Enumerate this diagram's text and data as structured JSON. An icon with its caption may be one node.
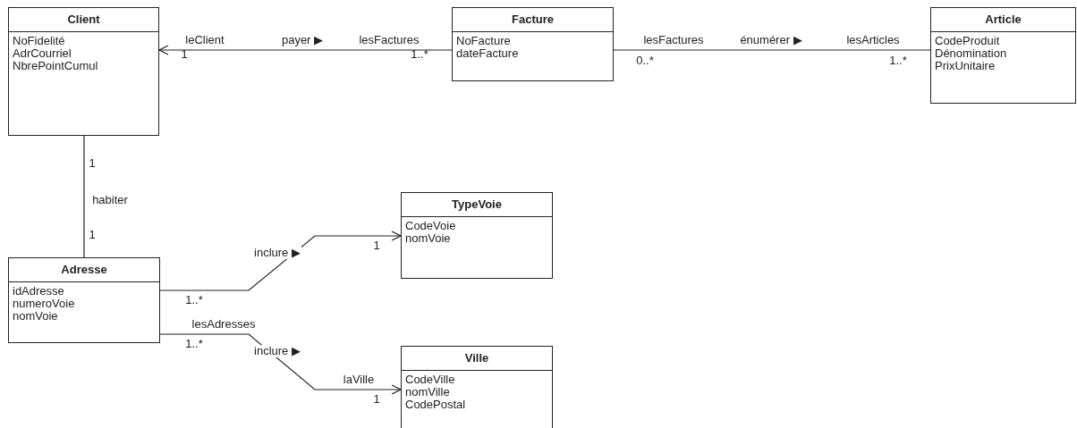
{
  "diagram": {
    "nodes": [
      {
        "text": [
          "Client",
          "NoFidelité",
          "AdrCourriel",
          "NbrePointCumul"
        ]
      },
      {
        "text": [
          "Facture",
          "NoFacture",
          "dateFacture"
        ]
      },
      {
        "text": [
          "Article",
          "CodeProduit",
          "Dénomination",
          "PrixUnitaire"
        ]
      },
      {
        "text": [
          "TypeVoie",
          "CodeVoie",
          "nomVoie"
        ]
      },
      {
        "text": [
          "Adresse",
          "idAdresse",
          "numeroVoie",
          "nomVoie"
        ]
      },
      {
        "text": [
          "Ville",
          "CodeVille",
          "nomVille",
          "CodePostal"
        ]
      }
    ],
    "edges": [
      {
        "from": 1,
        "to": 0,
        "arrow": "to",
        "label": "payer ▶"
      },
      {
        "from": 1,
        "to": 2,
        "arrow": "none",
        "label": "énumérer ▶"
      },
      {
        "from": 0,
        "to": 4,
        "arrow": "none",
        "label": "habiter"
      },
      {
        "from": 4,
        "to": 3,
        "arrow": "to",
        "label": "inclure ▶"
      },
      {
        "from": 4,
        "to": 5,
        "arrow": "to",
        "label": "inclure ▶"
      }
    ],
    "labels": [
      "leClient",
      "lesFactures",
      "1",
      "1..*",
      "lesFactures",
      "lesArticles",
      "0..*",
      "1..*",
      "1",
      "1",
      "1",
      "1..*",
      "lesAdresses",
      "1..*",
      "laVille",
      "1"
    ]
  }
}
